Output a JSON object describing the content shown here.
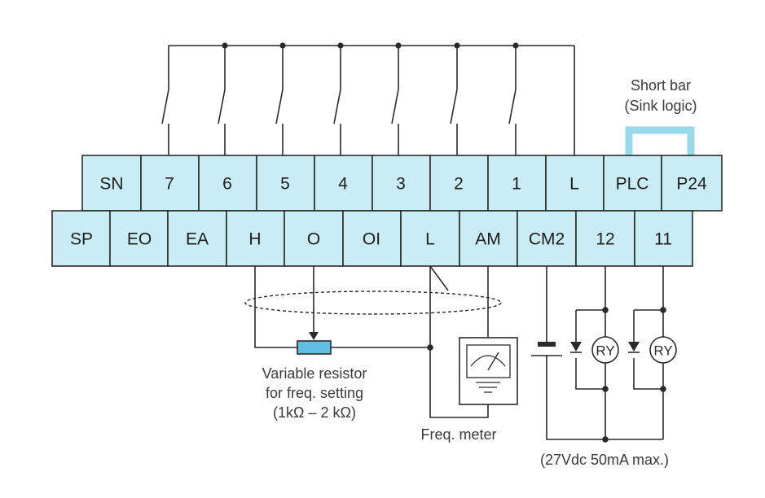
{
  "top_terminals": [
    {
      "id": "sn",
      "label": "SN"
    },
    {
      "id": "t7",
      "label": "7"
    },
    {
      "id": "t6",
      "label": "6"
    },
    {
      "id": "t5",
      "label": "5"
    },
    {
      "id": "t4",
      "label": "4"
    },
    {
      "id": "t3",
      "label": "3"
    },
    {
      "id": "t2",
      "label": "2"
    },
    {
      "id": "t1",
      "label": "1"
    },
    {
      "id": "l",
      "label": "L"
    },
    {
      "id": "plc",
      "label": "PLC"
    },
    {
      "id": "p24",
      "label": "P24"
    }
  ],
  "bottom_terminals": [
    {
      "id": "sp",
      "label": "SP"
    },
    {
      "id": "eo",
      "label": "EO"
    },
    {
      "id": "ea",
      "label": "EA"
    },
    {
      "id": "h",
      "label": "H"
    },
    {
      "id": "o",
      "label": "O"
    },
    {
      "id": "oi",
      "label": "OI"
    },
    {
      "id": "l2",
      "label": "L"
    },
    {
      "id": "am",
      "label": "AM"
    },
    {
      "id": "cm2",
      "label": "CM2"
    },
    {
      "id": "t12",
      "label": "12"
    },
    {
      "id": "t11",
      "label": "11"
    }
  ],
  "labels": {
    "short_bar_line1": "Short bar",
    "short_bar_line2": "(Sink logic)",
    "resistor_line1": "Variable resistor",
    "resistor_line2": "for freq. setting",
    "resistor_line3": "(1kΩ – 2 kΩ)",
    "freq_meter": "Freq. meter",
    "relay_spec": "(27Vdc 50mA max.)",
    "relay1": "RY",
    "relay2": "RY"
  },
  "colors": {
    "terminal_fill": "#c9ecf5",
    "short_bar": "#9ad8ec",
    "resistor": "#5fbfe2",
    "line": "#2a2a2a"
  }
}
